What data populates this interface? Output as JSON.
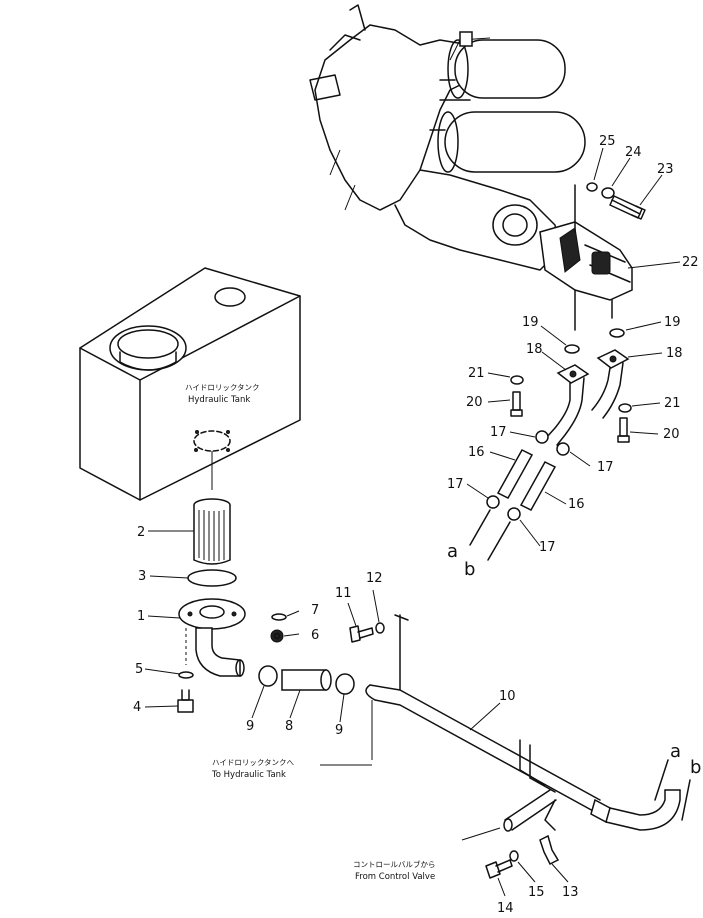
{
  "labels": {
    "hydraulic_tank_jp": "ハイドロリックタンク",
    "hydraulic_tank_en": "Hydraulic Tank",
    "to_tank_jp": "ハイドロリックタンクへ",
    "to_tank_en": "To Hydraulic Tank",
    "from_valve_jp": "コントロールバルブから",
    "from_valve_en": "From Control Valve"
  },
  "part_numbers": {
    "p1": "1",
    "p2": "2",
    "p3": "3",
    "p4": "4",
    "p5": "5",
    "p6": "6",
    "p7": "7",
    "p8": "8",
    "p9a": "9",
    "p9b": "9",
    "p10": "10",
    "p11": "11",
    "p12": "12",
    "p13": "13",
    "p14": "14",
    "p15": "15",
    "p16a": "16",
    "p16b": "16",
    "p17a": "17",
    "p17b": "17",
    "p17c": "17",
    "p17d": "17",
    "p18a": "18",
    "p18b": "18",
    "p19a": "19",
    "p19b": "19",
    "p20a": "20",
    "p20b": "20",
    "p21a": "21",
    "p21b": "21",
    "p22": "22",
    "p23": "23",
    "p24": "24",
    "p25": "25"
  },
  "connection_letters": {
    "a_left": "a",
    "b_left": "b",
    "a_right": "a",
    "b_right": "b"
  }
}
